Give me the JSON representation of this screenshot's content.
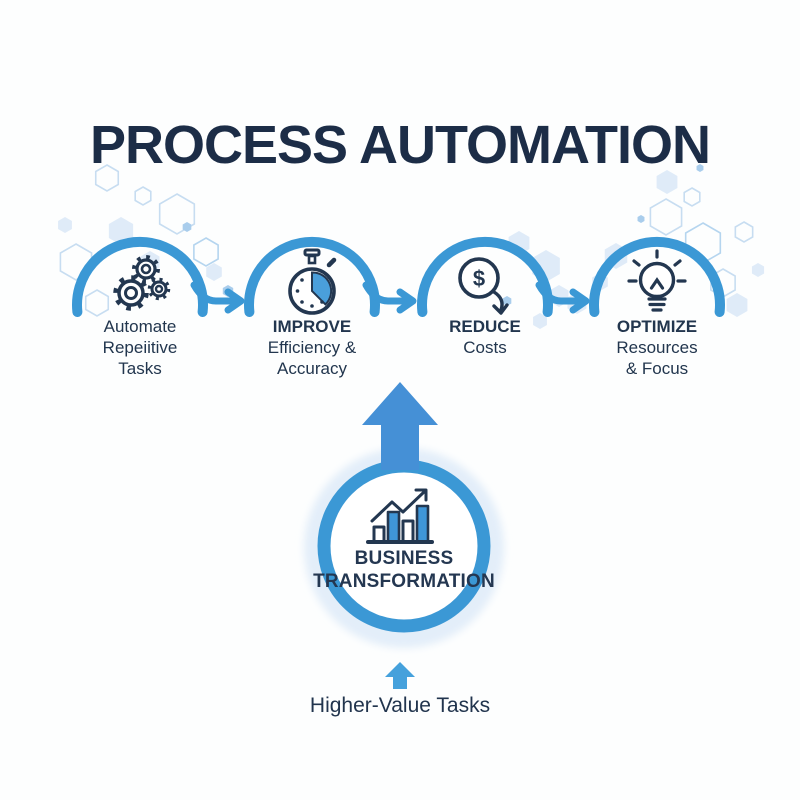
{
  "title": "PROCESS AUTOMATION",
  "steps": [
    {
      "icon": "gears-icon",
      "lines": [
        "Automate",
        "Repeiitive",
        "Tasks"
      ]
    },
    {
      "icon": "stopwatch-icon",
      "lines": [
        "IMPROVE",
        "Efficiency &",
        "Accuracy"
      ]
    },
    {
      "icon": "dollar-decrease-icon",
      "lines": [
        "REDUCE",
        "Costs"
      ]
    },
    {
      "icon": "lightbulb-icon",
      "lines": [
        "OPTIMIZE",
        "Resources",
        "& Focus"
      ]
    }
  ],
  "center": {
    "icon": "growth-bar-chart-icon",
    "label_line1": "BUSINESS",
    "label_line2": "TRANSFORMATION"
  },
  "bottom": {
    "label": "Higher-Value Tasks"
  },
  "icons": {
    "dollar_symbol": "$"
  },
  "colors": {
    "accent_blue": "#3b98d5",
    "arrow_blue": "#4590d6",
    "small_arrow_blue": "#45a1dc",
    "icon_fill_blue": "#4a9fdb",
    "halo_blue": "#e3eef9",
    "navy_text": "#22364e",
    "title_navy": "#1c2d47",
    "hex_outline": "#c7ddf1",
    "hex_fill": "#d9e8f7"
  }
}
